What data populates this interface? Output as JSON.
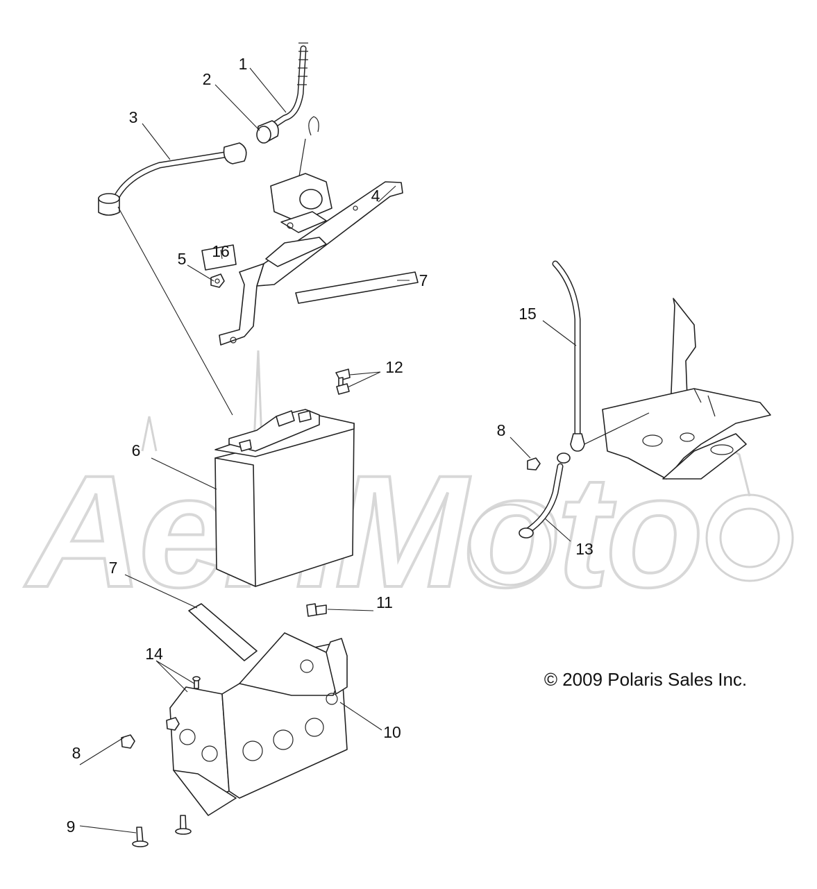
{
  "diagram": {
    "copyright": "© 2009 Polaris Sales Inc.",
    "watermark_text": "AeHMoto",
    "callouts": [
      {
        "id": "c1",
        "label": "1"
      },
      {
        "id": "c2",
        "label": "2"
      },
      {
        "id": "c3",
        "label": "3"
      },
      {
        "id": "c4",
        "label": "4"
      },
      {
        "id": "c5",
        "label": "5"
      },
      {
        "id": "c16",
        "label": "16"
      },
      {
        "id": "c7a",
        "label": "7"
      },
      {
        "id": "c12",
        "label": "12"
      },
      {
        "id": "c15",
        "label": "15"
      },
      {
        "id": "c6",
        "label": "6"
      },
      {
        "id": "c8a",
        "label": "8"
      },
      {
        "id": "c13",
        "label": "13"
      },
      {
        "id": "c7b",
        "label": "7"
      },
      {
        "id": "c11",
        "label": "11"
      },
      {
        "id": "c14",
        "label": "14"
      },
      {
        "id": "c10",
        "label": "10"
      },
      {
        "id": "c8b",
        "label": "8"
      },
      {
        "id": "c9",
        "label": "9"
      }
    ]
  }
}
